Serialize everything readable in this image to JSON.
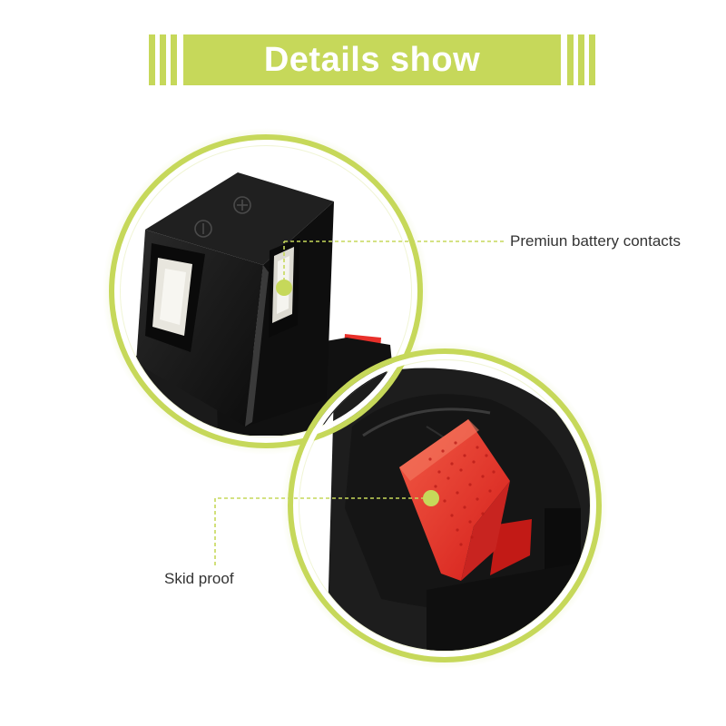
{
  "banner": {
    "title": "Details show"
  },
  "callouts": {
    "contacts": {
      "label": "Premiun battery contacts"
    },
    "latch": {
      "label": "Skid proof"
    }
  },
  "colors": {
    "accent": "#c6d85a",
    "latch_red": "#e8302a",
    "body_black": "#151515",
    "label_text": "#333333"
  },
  "icons": [
    "negative-terminal-icon",
    "positive-terminal-icon"
  ]
}
